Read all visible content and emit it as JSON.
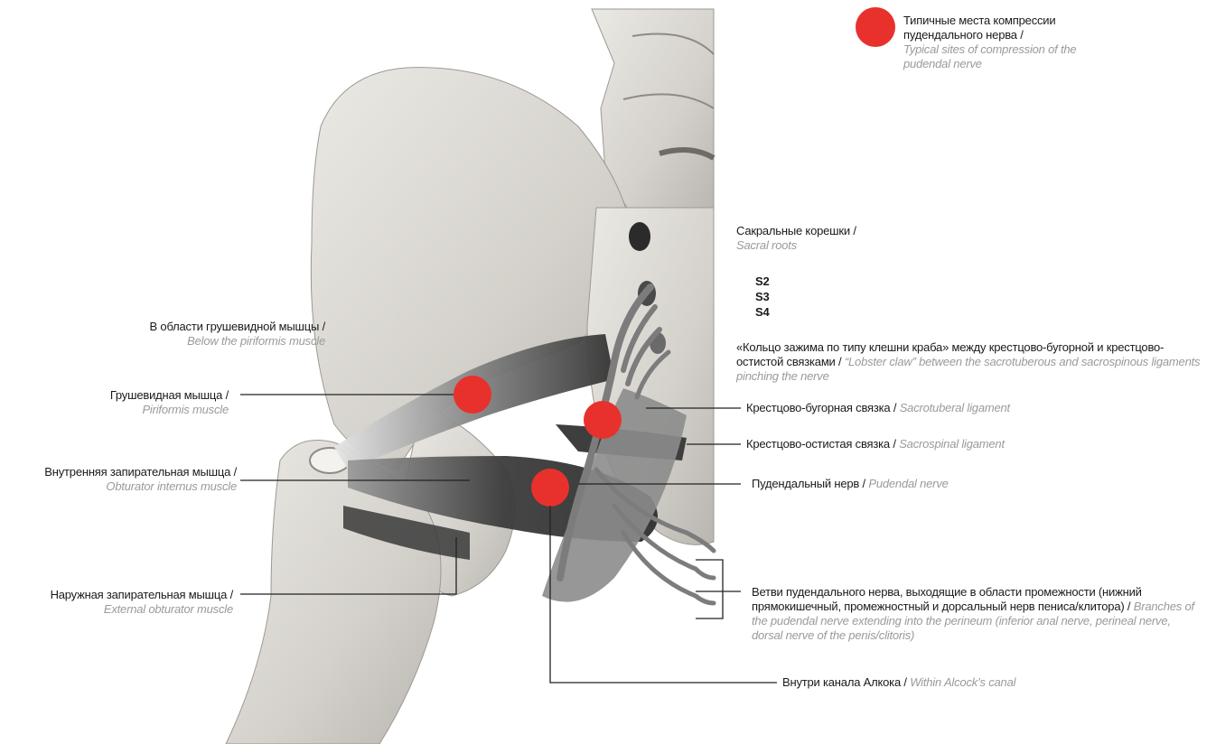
{
  "legend": {
    "ru": "Типичные места компрессии пудендального нерва /",
    "en": "Typical sites of compression of the pudendal nerve",
    "dot_color": "#e8312c"
  },
  "labels": {
    "sacral_roots": {
      "ru": "Сакральные корешки /",
      "en": "Sacral roots"
    },
    "roots": [
      "S2",
      "S3",
      "S4"
    ],
    "lobster_claw": {
      "ru": "«Кольцо зажима по типу клешни краба» между крестцово-бугорной и крестцово-остистой связками /",
      "en": "“Lobster claw” between the sacrotuberous and sacrospinous ligaments pinching the nerve"
    },
    "sacrotuberal": {
      "ru": "Крестцово-бугорная связка /",
      "en": "Sacrotuberal ligament"
    },
    "sacrospinal": {
      "ru": "Крестцово-остистая связка /",
      "en": "Sacrospinal ligament"
    },
    "pudendal": {
      "ru": "Пудендальный нерв /",
      "en": "Pudendal nerve"
    },
    "branches": {
      "ru": "Ветви пудендального нерва, выходящие в области промежности (нижний прямокишечный, промежностный и дорсальный нерв пениса/клитора) /",
      "en": "Branches of the pudendal nerve extending into the perineum (inferior anal nerve, perineal nerve, dorsal nerve of the penis/clitoris)"
    },
    "alcock": {
      "ru": "Внутри канала Алкока /",
      "en": "Within Alcock’s canal"
    },
    "below_piriformis": {
      "ru": "В области грушевидной мышцы /",
      "en": "Below the piriformis muscle"
    },
    "piriformis": {
      "ru": "Грушевидная мышца /",
      "en": "Piriformis muscle"
    },
    "obturator_internus": {
      "ru": "Внутренняя запирательная мышца /",
      "en": "Obturator internus muscle"
    },
    "external_obturator": {
      "ru": "Наружная запирательная мышца /",
      "en": "External obturator muscle"
    }
  },
  "colors": {
    "bone": "#d9d7d2",
    "bone_shadow": "#a9a6a0",
    "muscle_dark": "#4a4a4a",
    "ligament": "#8a8a8a",
    "line": "#222222"
  }
}
